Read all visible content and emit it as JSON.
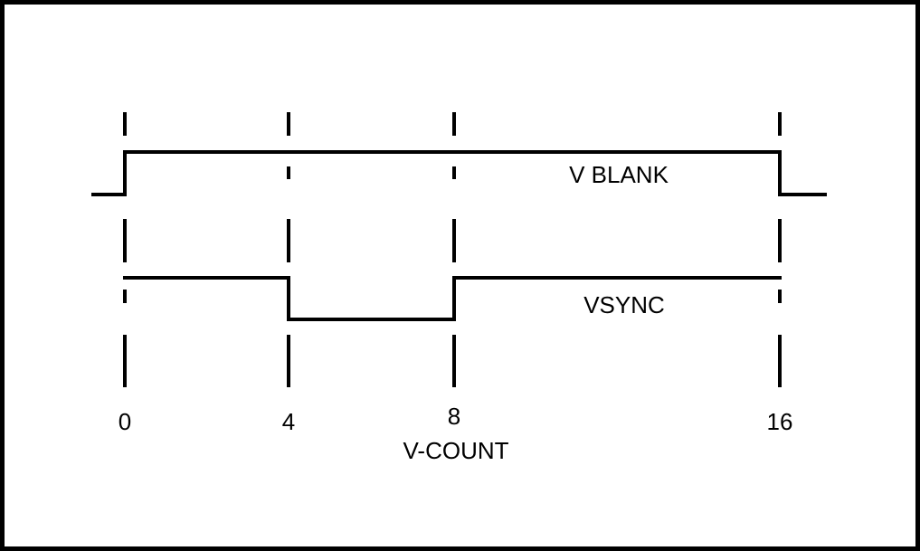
{
  "diagram": {
    "axis_label": "V-COUNT",
    "ticks": [
      {
        "value": 0,
        "label": "0"
      },
      {
        "value": 4,
        "label": "4"
      },
      {
        "value": 8,
        "label": "8"
      },
      {
        "value": 16,
        "label": "16"
      }
    ],
    "signals": [
      {
        "id": "vblank",
        "label": "V BLANK",
        "idle_level": "low",
        "transitions": [
          {
            "at": 0,
            "to": "high"
          },
          {
            "at": 16,
            "to": "low"
          }
        ]
      },
      {
        "id": "vsync",
        "label": "VSYNC",
        "idle_level": "high",
        "transitions": [
          {
            "at": 4,
            "to": "low"
          },
          {
            "at": 8,
            "to": "high"
          }
        ]
      }
    ],
    "stroke_color": "#000000",
    "background_color": "#ffffff"
  }
}
